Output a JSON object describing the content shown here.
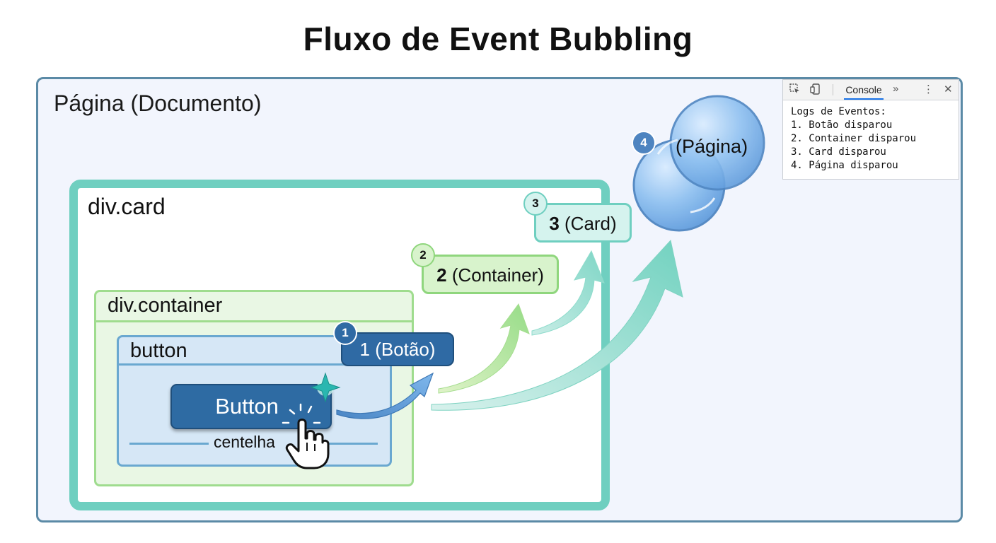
{
  "title": "Fluxo de Event Bubbling",
  "page": {
    "label": "Página (Documento)"
  },
  "card": {
    "label": "div.card"
  },
  "container": {
    "label": "div.container"
  },
  "button_box": {
    "label": "button",
    "button_text": "Button",
    "spark_label": "centelha"
  },
  "steps": [
    {
      "number": "1",
      "num_prefix": "1",
      "text": " (Botão)"
    },
    {
      "number": "2",
      "num_prefix": "2",
      "text": " (Container)"
    },
    {
      "number": "3",
      "num_prefix": "3",
      "text": " (Card)"
    },
    {
      "number": "4",
      "text": "(Página)"
    }
  ],
  "devtools": {
    "tab": "Console",
    "more_icon": "»",
    "menu_icon": "⋮",
    "close_icon": "✕",
    "log_title": "Logs de Eventos:",
    "logs": [
      "1. Botão disparou",
      "2. Container disparou",
      "3. Card disparou",
      "4. Página disparou"
    ]
  },
  "colors": {
    "button_blue": "#2e6ba3",
    "container_green": "#9fdc8e",
    "card_teal": "#6fcfc0",
    "page_border": "#5b8aa6",
    "bubble_blue": "#7fb2e8"
  }
}
